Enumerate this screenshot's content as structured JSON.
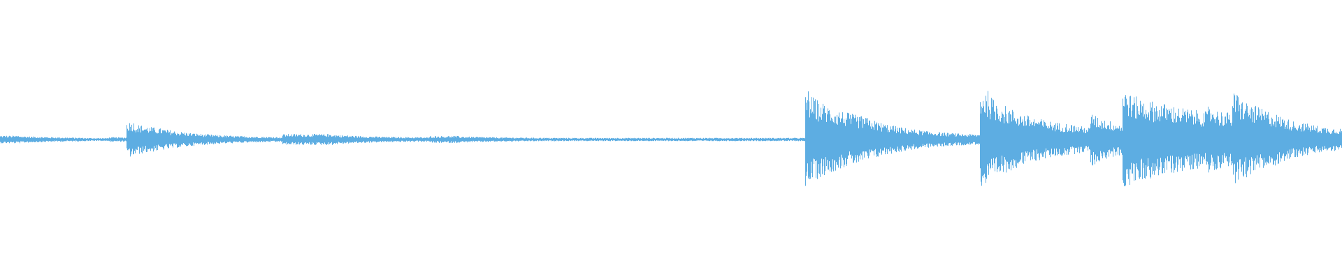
{
  "waveform": {
    "color": "#5dade2",
    "background": "#ffffff",
    "segments": [
      {
        "start": 0.0,
        "end": 0.016,
        "amp": 0.035
      },
      {
        "start": 0.016,
        "end": 0.06,
        "amp": 0.012
      },
      {
        "start": 0.06,
        "end": 0.066,
        "amp": 0.0
      },
      {
        "start": 0.066,
        "end": 0.08,
        "amp": 0.012
      },
      {
        "start": 0.08,
        "end": 0.094,
        "amp": 0.02
      },
      {
        "start": 0.094,
        "end": 0.1,
        "amp": 0.16,
        "peak": true
      },
      {
        "start": 0.1,
        "end": 0.12,
        "amp": 0.05
      },
      {
        "start": 0.12,
        "end": 0.21,
        "amp": 0.018
      },
      {
        "start": 0.21,
        "end": 0.248,
        "amp": 0.05
      },
      {
        "start": 0.248,
        "end": 0.32,
        "amp": 0.018
      },
      {
        "start": 0.32,
        "end": 0.342,
        "amp": 0.032
      },
      {
        "start": 0.342,
        "end": 0.6,
        "amp": 0.015
      },
      {
        "start": 0.6,
        "end": 0.603,
        "amp": 0.45,
        "peak": true
      },
      {
        "start": 0.603,
        "end": 0.64,
        "amp": 0.13
      },
      {
        "start": 0.64,
        "end": 0.644,
        "amp": 0.16,
        "peak": true
      },
      {
        "start": 0.644,
        "end": 0.73,
        "amp": 0.035
      },
      {
        "start": 0.73,
        "end": 0.737,
        "amp": 0.44,
        "peak": true
      },
      {
        "start": 0.737,
        "end": 0.79,
        "amp": 0.09
      },
      {
        "start": 0.79,
        "end": 0.796,
        "amp": 0.13
      },
      {
        "start": 0.796,
        "end": 0.812,
        "amp": 0.05
      },
      {
        "start": 0.812,
        "end": 0.816,
        "amp": 0.24,
        "peak": true
      },
      {
        "start": 0.816,
        "end": 0.836,
        "amp": 0.05
      },
      {
        "start": 0.836,
        "end": 0.842,
        "amp": 0.45,
        "peak": true
      },
      {
        "start": 0.842,
        "end": 0.87,
        "amp": 0.28
      },
      {
        "start": 0.87,
        "end": 0.9,
        "amp": 0.22
      },
      {
        "start": 0.9,
        "end": 0.906,
        "amp": 0.3
      },
      {
        "start": 0.906,
        "end": 0.918,
        "amp": 0.18
      },
      {
        "start": 0.918,
        "end": 0.923,
        "amp": 0.42,
        "peak": true
      },
      {
        "start": 0.923,
        "end": 0.948,
        "amp": 0.14
      },
      {
        "start": 0.948,
        "end": 0.965,
        "amp": 0.03
      },
      {
        "start": 0.965,
        "end": 0.975,
        "amp": 0.09
      },
      {
        "start": 0.975,
        "end": 0.99,
        "amp": 0.05
      },
      {
        "start": 0.99,
        "end": 0.996,
        "amp": 0.1
      },
      {
        "start": 0.996,
        "end": 1.0,
        "amp": 0.05
      }
    ]
  }
}
